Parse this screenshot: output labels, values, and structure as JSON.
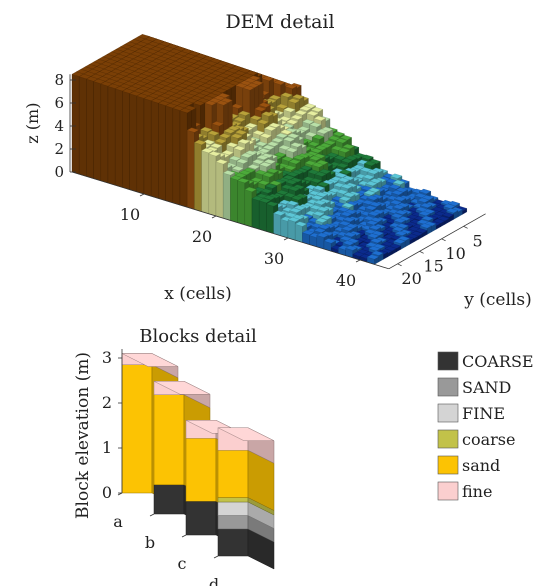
{
  "chart_data": [
    {
      "type": "surface",
      "title": "DEM detail",
      "xlabel": "x (cells)",
      "ylabel": "y (cells)",
      "zlabel": "z (m)",
      "x_ticks": [
        "10",
        "20",
        "30",
        "40"
      ],
      "y_ticks": [
        "5",
        "10",
        "15",
        "20"
      ],
      "z_ticks": [
        "0",
        "2",
        "4",
        "6",
        "8"
      ],
      "xlim": [
        0,
        44
      ],
      "ylim": [
        0,
        22
      ],
      "zlim": [
        0,
        9
      ],
      "description_of_surface": {
        "plateau_x_range": [
          0,
          17
        ],
        "plateau_z": 8.5,
        "descent_x_range": [
          17,
          42
        ],
        "min_z": 0.3
      },
      "colormap": [
        "#7a3f06",
        "#9a5210",
        "#b8a23a",
        "#e6eea0",
        "#b9e0a8",
        "#4caa3a",
        "#1f7a3a",
        "#5cc6d6",
        "#1e6fd0",
        "#0b2a8c"
      ]
    },
    {
      "type": "stacked_bar",
      "title": "Blocks detail",
      "ylabel": "Block elevation (m)",
      "categories": [
        "a",
        "b",
        "c",
        "d"
      ],
      "y_ticks": [
        "0",
        "1",
        "2",
        "3"
      ],
      "ylim": [
        0,
        3.2
      ],
      "series": [
        {
          "name": "COARSE",
          "color": "#333333",
          "values": [
            0,
            0.65,
            0.75,
            0.6
          ]
        },
        {
          "name": "SAND",
          "color": "#999999",
          "values": [
            0,
            0,
            0,
            0.3
          ]
        },
        {
          "name": "FINE",
          "color": "#d4d4d4",
          "values": [
            0,
            0,
            0,
            0.3
          ]
        },
        {
          "name": "coarse",
          "color": "#c2c249",
          "values": [
            0,
            0,
            0,
            0.1
          ]
        },
        {
          "name": "sand",
          "color": "#fcc303",
          "values": [
            2.85,
            2.0,
            1.4,
            1.05
          ]
        },
        {
          "name": "fine",
          "color": "#fbcfcf",
          "values": [
            0.25,
            0.3,
            0.4,
            0.5
          ]
        }
      ],
      "legend": {
        "position": "right"
      }
    }
  ]
}
